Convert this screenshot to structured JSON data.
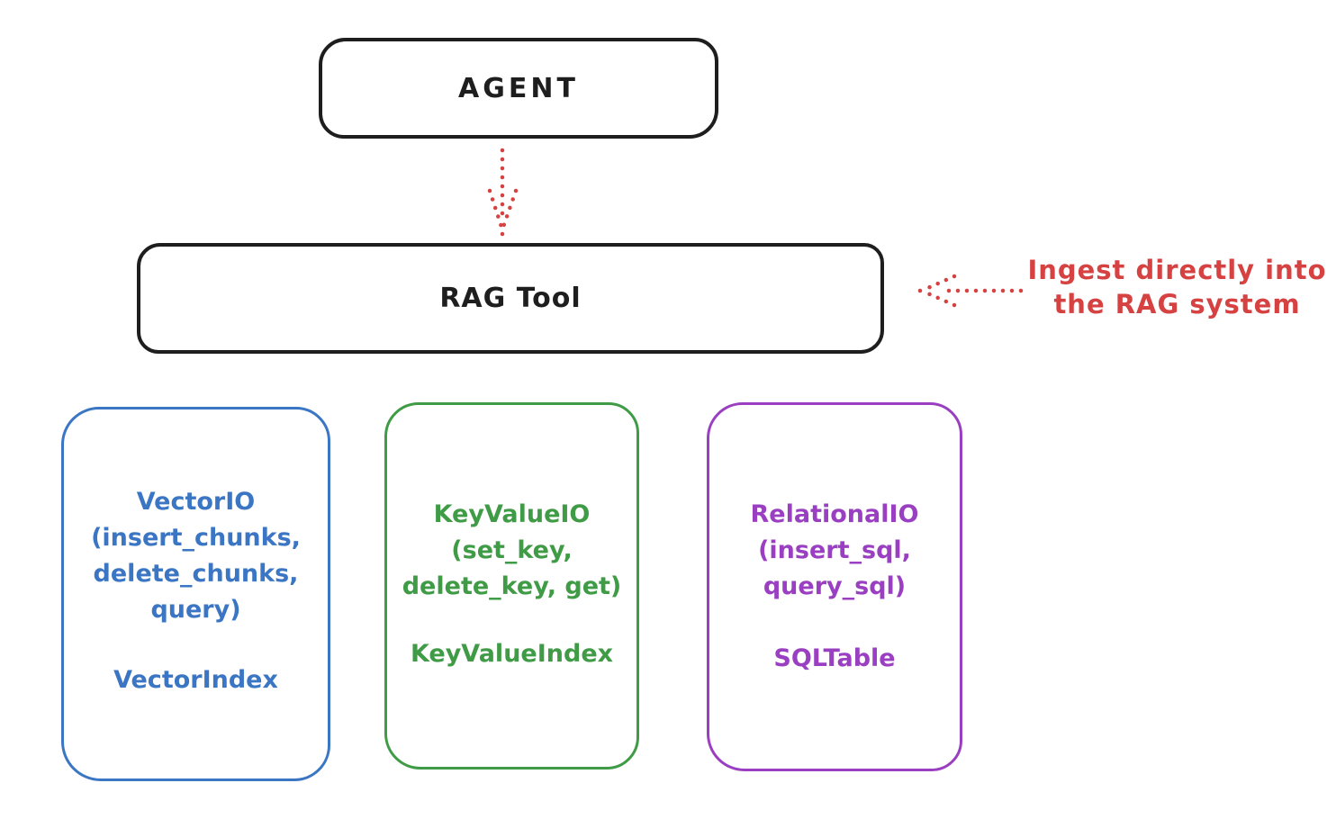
{
  "diagram": {
    "title_context": "RAG system architecture sketch",
    "agent": {
      "label": "AGENT"
    },
    "rag_tool": {
      "label": "RAG Tool"
    },
    "annotation": {
      "line1": "Ingest directly into",
      "line2": "the RAG system"
    },
    "io_boxes": [
      {
        "id": "vector-io",
        "lines": [
          "VectorIO",
          "(insert_chunks,",
          "delete_chunks,",
          "query)"
        ],
        "index": "VectorIndex",
        "color": "#3b76c4"
      },
      {
        "id": "keyvalue-io",
        "lines": [
          "KeyValueIO",
          "(set_key,",
          "delete_key, get)"
        ],
        "index": "KeyValueIndex",
        "color": "#3f9b46"
      },
      {
        "id": "relational-io",
        "lines": [
          "RelationalIO",
          "(insert_sql,",
          "query_sql)"
        ],
        "index": "SQLTable",
        "color": "#9a3fc1"
      }
    ],
    "arrows": [
      {
        "id": "agent-to-ragtool",
        "style": "dotted",
        "direction": "down",
        "color": "#d64141"
      },
      {
        "id": "annotation-to-ragtool",
        "style": "dotted",
        "direction": "left",
        "color": "#d64141"
      }
    ],
    "colors": {
      "ink": "#1e1e1e",
      "red": "#d64141",
      "blue": "#3b76c4",
      "green": "#3f9b46",
      "purple": "#9a3fc1",
      "background": "#ffffff"
    }
  }
}
